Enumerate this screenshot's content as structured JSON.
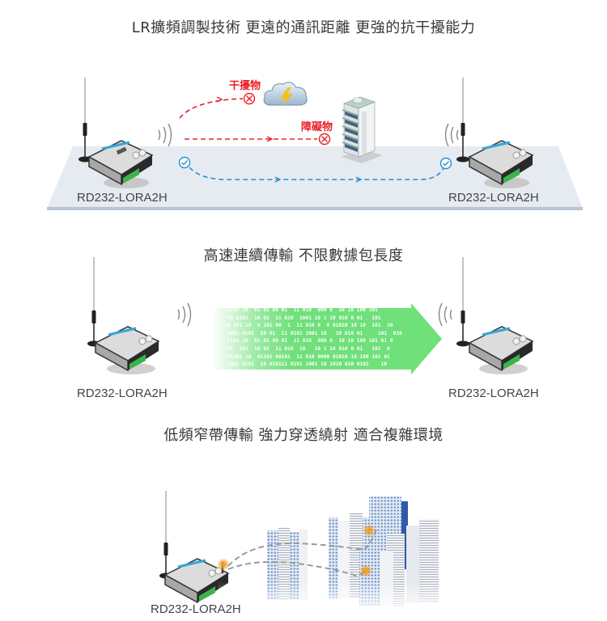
{
  "sections": [
    {
      "heading": "LR擴頻調製技術 更遠的通訊距離 更強的抗干擾能力",
      "devices": [
        {
          "label": "RD232-LORA2H",
          "side": "left"
        },
        {
          "label": "RD232-LORA2H",
          "side": "right"
        }
      ],
      "paths": [
        {
          "type": "interference",
          "label": "干擾物",
          "result": "blocked",
          "icon": "storm-cloud-icon"
        },
        {
          "type": "obstacle",
          "label": "障礙物",
          "result": "blocked",
          "icon": "building-icon"
        },
        {
          "type": "lora",
          "label": "",
          "result": "success",
          "icon": "check-circle-icon"
        }
      ]
    },
    {
      "heading": "高速連續傳輸 不限數據包長度",
      "devices": [
        {
          "label": "RD232-LORA2H",
          "side": "left"
        },
        {
          "label": "RD232-LORA2H",
          "side": "right"
        }
      ],
      "binary_stream": [
        "1101 10  01 01 00 01  11 010  000 0  10 10 100 101",
        "01 0101  10 01  11 010  1001 10 1 10 010 0 01   101",
        "0 101 10  0 101 00  1  11 010 0  0 01010 10 10  101  10",
        "1001 0101  10 01  11 0101 1001 10   10 010 01     101  010",
        "1101 10  01 01 00 01  11 010  000 0  10 10 100 101 01 0",
        "01  101  10 01  11 010  10   10 1 10 010 0 01   101  0",
        "01101 10  01101 00101  11 010 0000 01010 10 100 101 01",
        "1001 0101  10 010111 0101 1001 10 1010 010 0101    10"
      ]
    },
    {
      "heading": "低頻窄帶傳輸 強力穿透繞射 適合複雜環境",
      "devices": [
        {
          "label": "RD232-LORA2H",
          "side": "left"
        }
      ],
      "scene": "city-buildings"
    }
  ],
  "colors": {
    "blocked": "#e8202a",
    "success": "#2a8ed0",
    "platform": "#e4e9f0",
    "platform_edge": "#b9c6d6",
    "stream": "#6fe07a",
    "signal_dot": "#f39a1e"
  }
}
